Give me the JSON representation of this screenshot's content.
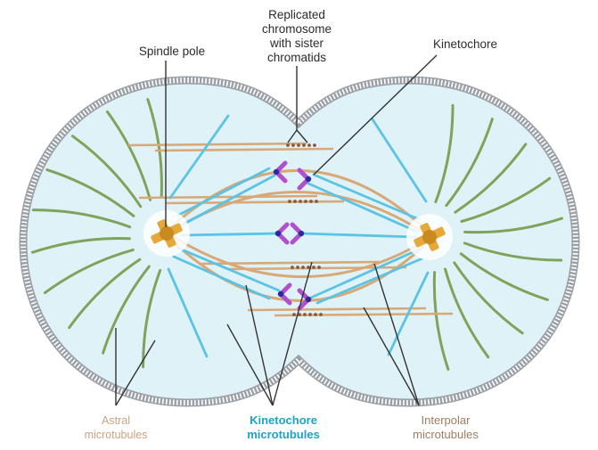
{
  "labels": {
    "spindle_pole": "Spindle pole",
    "replicated": [
      "Replicated",
      "chromosome",
      "with sister",
      "chromatids"
    ],
    "kinetochore": "Kinetochore",
    "astral": [
      "Astral",
      "microtubules"
    ],
    "kinetochore_mt": [
      "Kinetochore",
      "microtubules"
    ],
    "interpolar": [
      "Interpolar",
      "microtubules"
    ]
  },
  "colors": {
    "cytoplasm": "#dff2f8",
    "membrane_outer": "#9aa0a6",
    "membrane_inner": "#ffffff",
    "astral_microtubule": "#7fa35a",
    "kinetochore_microtubule": "#5bc3e3",
    "interpolar_microtubule": "#d8a877",
    "centrosome": "#e4a93a",
    "chromosome": "#b04fd0",
    "kinetochore": "#2a2aa0",
    "astral_label": "#c9a483",
    "kinetochore_label": "#1aa4c9",
    "interpolar_label": "#a07d62",
    "pointer_line": "#333333"
  }
}
